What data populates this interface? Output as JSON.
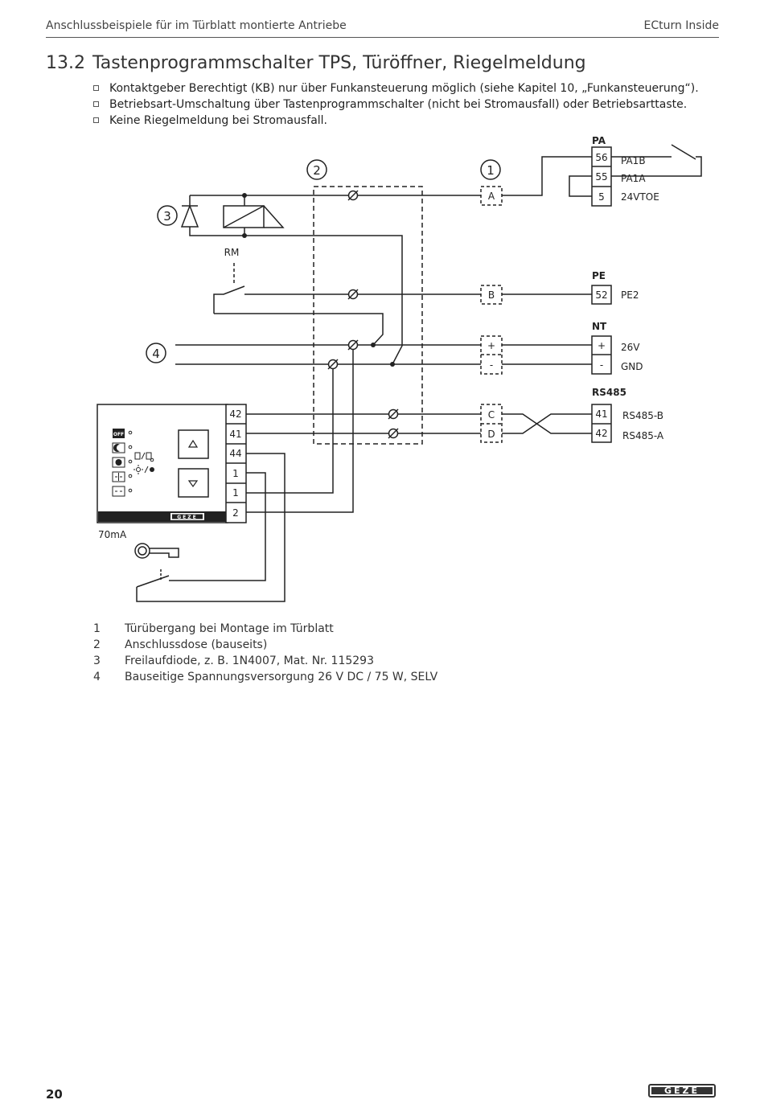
{
  "header": {
    "left": "Anschlussbeispiele für im Türblatt montierte Antriebe",
    "right": "ECturn Inside"
  },
  "section": {
    "number": "13.2",
    "title": "Tastenprogrammschalter TPS, Türöffner, Riegelmeldung"
  },
  "bullets": [
    "Kontaktgeber Berechtigt (KB) nur über Funkansteuerung möglich (siehe Kapitel 10, „Funkansteuerung“).",
    "Betriebsart-Umschaltung über Tastenprogrammschalter (nicht bei Stromausfall) oder Betriebsarttaste.",
    "Keine Riegelmeldung bei Stromausfall."
  ],
  "diagram": {
    "callouts": [
      "1",
      "2",
      "3",
      "4"
    ],
    "rm_label": "RM",
    "current_label": "70mA",
    "plug_terminals": [
      "A",
      "B",
      "+",
      "-",
      "C",
      "D"
    ],
    "tps_terminals": [
      "42",
      "41",
      "44",
      "1",
      "1",
      "2"
    ],
    "tps_brand": "GEZE",
    "tps_off": "OFF",
    "groups": {
      "pa": {
        "title": "PA",
        "terminals": [
          "56",
          "55",
          "5"
        ],
        "labels": [
          "PA1B",
          "PA1A",
          "24VTOE"
        ]
      },
      "pe": {
        "title": "PE",
        "terminals": [
          "52"
        ],
        "labels": [
          "PE2"
        ]
      },
      "nt": {
        "title": "NT",
        "terminals": [
          "+",
          "-"
        ],
        "labels": [
          "26V",
          "GND"
        ]
      },
      "rs485": {
        "title": "RS485",
        "terminals": [
          "41",
          "42"
        ],
        "labels": [
          "RS485-B",
          "RS485-A"
        ]
      }
    }
  },
  "legend": [
    {
      "num": "1",
      "text": "Türübergang bei Montage im Türblatt"
    },
    {
      "num": "2",
      "text": "Anschlussdose (bauseits)"
    },
    {
      "num": "3",
      "text": "Freilaufdiode, z. B. 1N4007, Mat. Nr. 115293"
    },
    {
      "num": "4",
      "text": "Bauseitige Spannungsversorgung 26 V DC / 75 W, SELV"
    }
  ],
  "footer": {
    "page": "20",
    "brand": "GEZE"
  }
}
